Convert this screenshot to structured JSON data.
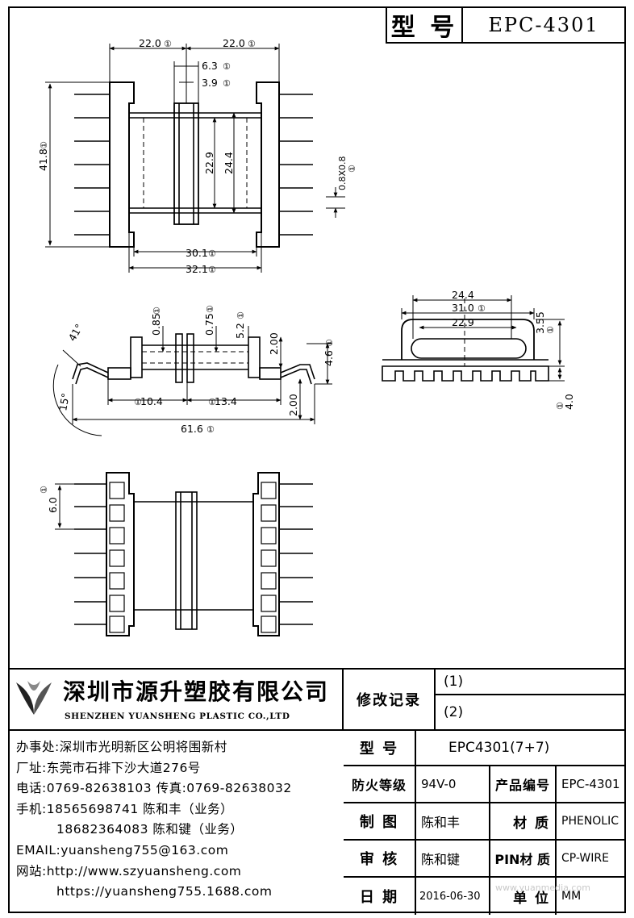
{
  "header": {
    "model_label": "型 号",
    "model_value": "EPC-4301"
  },
  "drawing": {
    "top_view": {
      "dims": [
        {
          "value": "22.0",
          "ref": "①"
        },
        {
          "value": "22.0",
          "ref": "①"
        },
        {
          "value": "6.3",
          "ref": "①"
        },
        {
          "value": "3.9",
          "ref": "①"
        },
        {
          "value": "41.8",
          "ref": "①"
        },
        {
          "value": "22.9",
          "ref": ""
        },
        {
          "value": "24.4",
          "ref": ""
        },
        {
          "value": "0.8X0.8",
          "ref": "①"
        },
        {
          "value": "30.1",
          "ref": "①"
        },
        {
          "value": "32.1",
          "ref": "①"
        }
      ]
    },
    "side_view": {
      "dims": [
        {
          "value": "0.85",
          "ref": "①"
        },
        {
          "value": "0.75",
          "ref": "①"
        },
        {
          "value": "5.2",
          "ref": "①"
        },
        {
          "value": "2.00",
          "ref": ""
        },
        {
          "value": "4.6",
          "ref": "①"
        },
        {
          "value": "10.4",
          "ref": "①"
        },
        {
          "value": "13.4",
          "ref": "①"
        },
        {
          "value": "2.00",
          "ref": ""
        },
        {
          "value": "61.6",
          "ref": "①"
        },
        {
          "value": "41°",
          "ref": ""
        },
        {
          "value": "15°",
          "ref": ""
        }
      ]
    },
    "end_view": {
      "dims": [
        {
          "value": "24.4",
          "ref": ""
        },
        {
          "value": "31.0",
          "ref": "①"
        },
        {
          "value": "22.9",
          "ref": ""
        },
        {
          "value": "3.55",
          "ref": "①"
        },
        {
          "value": "4.0",
          "ref": "①"
        }
      ]
    },
    "bottom_view": {
      "dims": [
        {
          "value": "6.0",
          "ref": "①"
        }
      ]
    }
  },
  "company": {
    "name_cn": "深圳市源升塑胶有限公司",
    "name_en": "SHENZHEN YUANSHENG PLASTIC CO.,LTD",
    "office": "办事处:深圳市光明新区公明将围新村",
    "factory": "厂址:东莞市石排下沙大道276号",
    "phone": "电话:0769-82638103 传真:0769-82638032",
    "mobile1": "手机:18565698741 陈和丰（业务）",
    "mobile2": "18682364083 陈和键（业务）",
    "email": "EMAIL:yuansheng755@163.com",
    "website": "网站:http://www.szyuansheng.com",
    "website2": "https://yuansheng755.1688.com"
  },
  "title_block": {
    "revision_label": "修改记录",
    "revision_1": "(1)",
    "revision_2": "(2)",
    "model_label": "型 号",
    "model_value": "EPC4301(7+7)",
    "fire_label": "防火等级",
    "fire_value": "94V-0",
    "product_no_label": "产品编号",
    "product_no_value": "EPC-4301",
    "drawn_label": "制 图",
    "drawn_value": "陈和丰",
    "material_label": "材 质",
    "material_value": "PHENOLIC",
    "checked_label": "审 核",
    "checked_value": "陈和键",
    "pin_material_label": "PIN材 质",
    "pin_material_value": "CP-WIRE",
    "date_label": "日 期",
    "date_value": "2016-06-30",
    "unit_label": "单 位",
    "unit_value": "MM"
  },
  "watermark": "www.yuanmedia.com"
}
